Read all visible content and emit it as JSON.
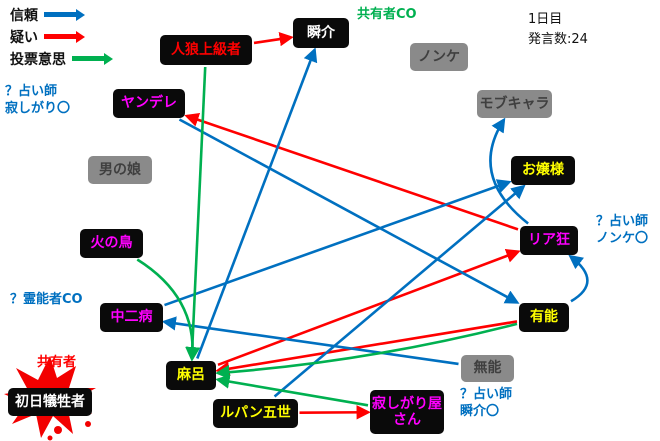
{
  "meta": {
    "day": "1日目",
    "statement_count": "発言数:24"
  },
  "legend": [
    {
      "type": "trust",
      "label": "信頼",
      "color": "#0070C0"
    },
    {
      "type": "suspicion",
      "label": "疑い",
      "color": "#FF0000"
    },
    {
      "type": "vote",
      "label": "投票意思",
      "color": "#00B050"
    }
  ],
  "nodes": [
    {
      "id": "jinrou",
      "label": "人狼上級者",
      "bg": "#0A0A0A",
      "text_color": "#FF0000"
    },
    {
      "id": "shunsuke",
      "label": "瞬介",
      "bg": "#0A0A0A",
      "text_color": "#FFFFFF"
    },
    {
      "id": "nonke",
      "label": "ノンケ",
      "bg": "#8A8A8A",
      "text_color": "#3F3F3F"
    },
    {
      "id": "yandere",
      "label": "ヤンデレ",
      "bg": "#0A0A0A",
      "text_color": "#FF00FF"
    },
    {
      "id": "mobukyara",
      "label": "モブキャラ",
      "bg": "#8A8A8A",
      "text_color": "#3F3F3F"
    },
    {
      "id": "otokonoko",
      "label": "男の娘",
      "bg": "#8A8A8A",
      "text_color": "#3F3F3F"
    },
    {
      "id": "ojousama",
      "label": "お嬢様",
      "bg": "#0A0A0A",
      "text_color": "#FFFF00"
    },
    {
      "id": "hinotori",
      "label": "火の鳥",
      "bg": "#0A0A0A",
      "text_color": "#FF00FF"
    },
    {
      "id": "riakyou",
      "label": "リア狂",
      "bg": "#0A0A0A",
      "text_color": "#FF00FF"
    },
    {
      "id": "chuunibyou",
      "label": "中二病",
      "bg": "#0A0A0A",
      "text_color": "#FF00FF"
    },
    {
      "id": "yuunou",
      "label": "有能",
      "bg": "#0A0A0A",
      "text_color": "#FFFF00"
    },
    {
      "id": "maro",
      "label": "麻呂",
      "bg": "#0A0A0A",
      "text_color": "#FFFF00"
    },
    {
      "id": "munou",
      "label": "無能",
      "bg": "#8A8A8A",
      "text_color": "#3F3F3F"
    },
    {
      "id": "rupan",
      "label": "ルパン五世",
      "bg": "#0A0A0A",
      "text_color": "#FFFF00"
    },
    {
      "id": "sabishigari",
      "label": "寂しがり屋さん",
      "bg": "#0A0A0A",
      "text_color": "#FF00FF"
    },
    {
      "id": "giseisha",
      "label": "初日犠牲者",
      "bg": "#0A0A0A",
      "text_color": "#FFFFFF"
    }
  ],
  "annotations": [
    {
      "text": "共有者CO",
      "color": "#00B050"
    },
    {
      "text": "？占い師\n寂しがり〇",
      "color": "#0070C0"
    },
    {
      "text": "？占い師\nノンケ〇",
      "color": "#0070C0"
    },
    {
      "text": "？霊能者CO",
      "color": "#0070C0"
    },
    {
      "text": "？占い師\n瞬介〇",
      "color": "#0070C0"
    },
    {
      "text": "共有者",
      "color": "#FF0000"
    }
  ],
  "edges": [
    {
      "from": "jinrou",
      "to": "shunsuke",
      "type": "suspicion"
    },
    {
      "from": "riakyou",
      "to": "yandere",
      "type": "suspicion"
    },
    {
      "from": "maro",
      "to": "riakyou",
      "type": "suspicion"
    },
    {
      "from": "yuunou",
      "to": "maro",
      "type": "suspicion"
    },
    {
      "from": "rupan",
      "to": "sabishigari",
      "type": "suspicion"
    },
    {
      "from": "maro",
      "to": "shunsuke",
      "type": "trust"
    },
    {
      "from": "yandere",
      "to": "yuunou",
      "type": "trust"
    },
    {
      "from": "riakyou",
      "to": "mobukyara",
      "type": "trust"
    },
    {
      "from": "rupan",
      "to": "ojousama",
      "type": "trust"
    },
    {
      "from": "chuunibyou",
      "to": "ojousama",
      "type": "trust"
    },
    {
      "from": "yuunou",
      "to": "riakyou",
      "type": "trust"
    },
    {
      "from": "munou",
      "to": "chuunibyou",
      "type": "trust"
    },
    {
      "from": "jinrou",
      "to": "maro",
      "type": "vote"
    },
    {
      "from": "hinotori",
      "to": "maro",
      "type": "vote"
    },
    {
      "from": "sabishigari",
      "to": "maro",
      "type": "vote"
    },
    {
      "from": "yuunou",
      "to": "maro",
      "type": "vote"
    }
  ]
}
